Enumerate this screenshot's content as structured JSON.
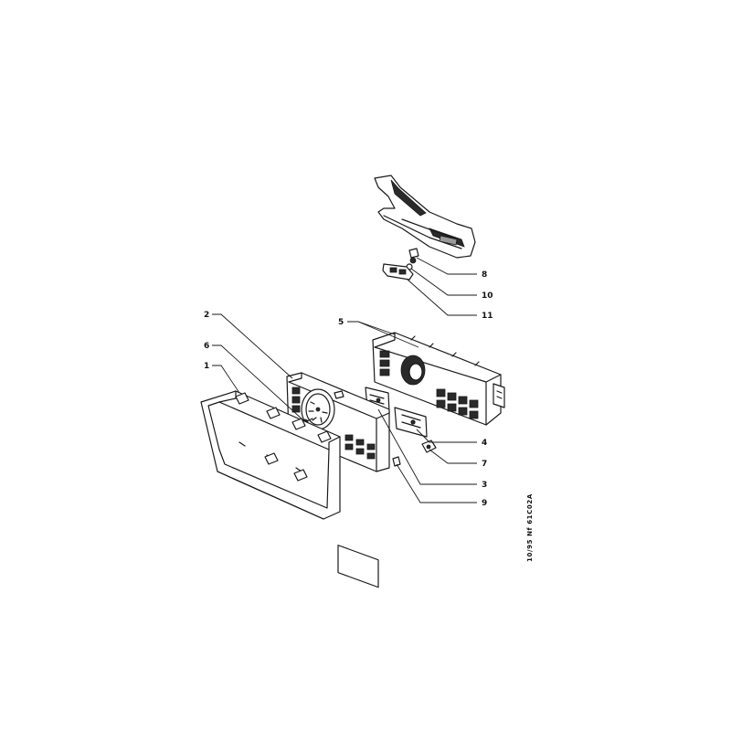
{
  "callouts": [
    {
      "id": "1",
      "label": "1"
    },
    {
      "id": "2",
      "label": "2"
    },
    {
      "id": "3",
      "label": "3"
    },
    {
      "id": "4",
      "label": "4"
    },
    {
      "id": "5",
      "label": "5"
    },
    {
      "id": "6",
      "label": "6"
    },
    {
      "id": "7",
      "label": "7"
    },
    {
      "id": "8",
      "label": "8"
    },
    {
      "id": "9",
      "label": "9"
    },
    {
      "id": "10",
      "label": "10"
    },
    {
      "id": "11",
      "label": "11"
    }
  ],
  "reference_code": "10/95  Nf  61C02A"
}
